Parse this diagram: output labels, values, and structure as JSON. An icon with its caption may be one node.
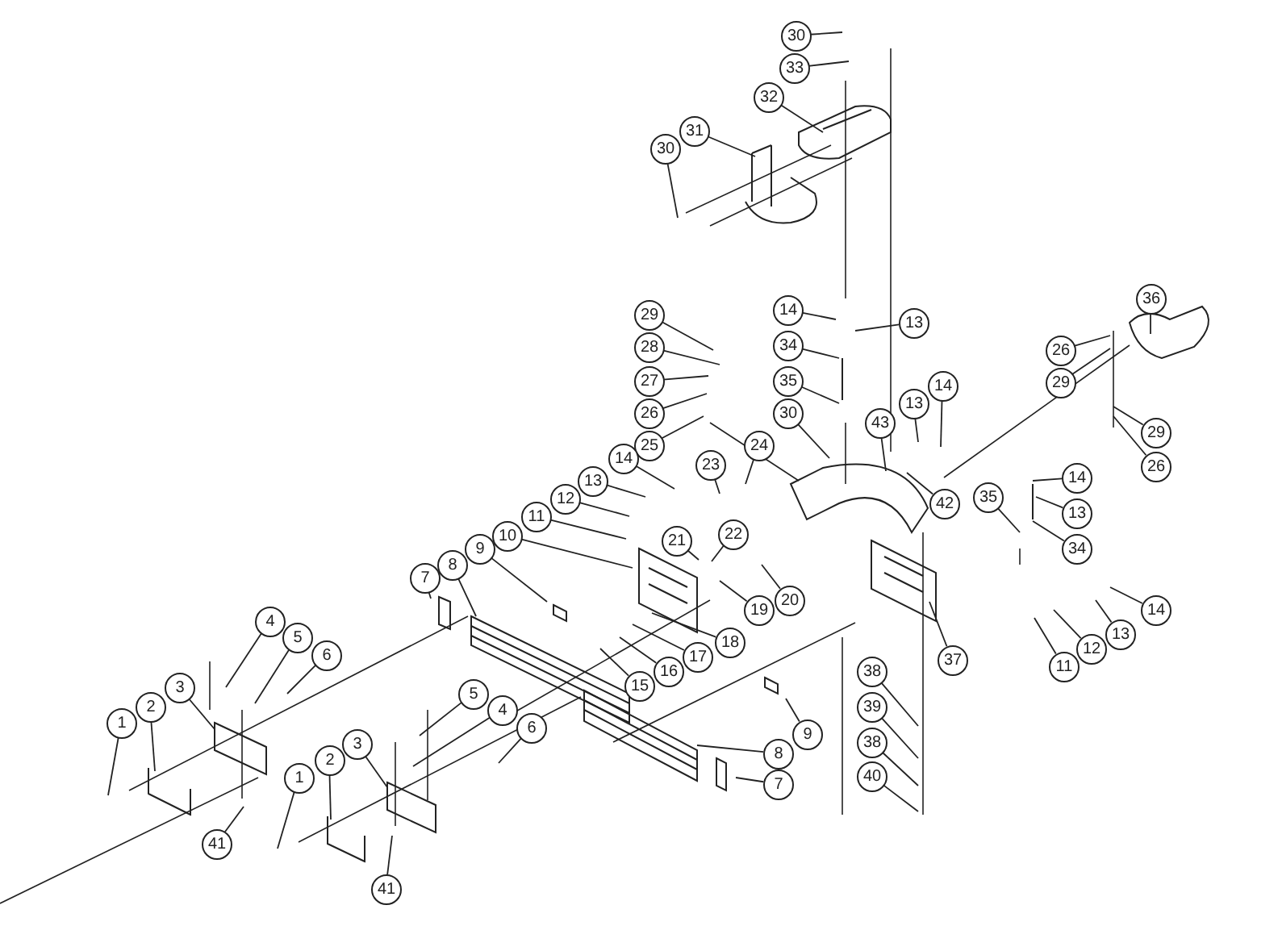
{
  "diagram": {
    "nodes": [
      {
        "text": [
          "30"
        ]
      },
      {
        "text": [
          "33"
        ]
      },
      {
        "text": [
          "32"
        ]
      },
      {
        "text": [
          "31"
        ]
      },
      {
        "text": [
          "30"
        ]
      },
      {
        "text": [
          "36"
        ]
      },
      {
        "text": [
          "14"
        ]
      },
      {
        "text": [
          "29"
        ]
      },
      {
        "text": [
          "13"
        ]
      },
      {
        "text": [
          "34"
        ]
      },
      {
        "text": [
          "28"
        ]
      },
      {
        "text": [
          "26"
        ]
      },
      {
        "text": [
          "35"
        ]
      },
      {
        "text": [
          "27"
        ]
      },
      {
        "text": [
          "29"
        ]
      },
      {
        "text": [
          "14"
        ]
      },
      {
        "text": [
          "13"
        ]
      },
      {
        "text": [
          "26"
        ]
      },
      {
        "text": [
          "30"
        ]
      },
      {
        "text": [
          "43"
        ]
      },
      {
        "text": [
          "29"
        ]
      },
      {
        "text": [
          "25"
        ]
      },
      {
        "text": [
          "24"
        ]
      },
      {
        "text": [
          "14"
        ]
      },
      {
        "text": [
          "26"
        ]
      },
      {
        "text": [
          "23"
        ]
      },
      {
        "text": [
          "14"
        ]
      },
      {
        "text": [
          "13"
        ]
      },
      {
        "text": [
          "35"
        ]
      },
      {
        "text": [
          "12"
        ]
      },
      {
        "text": [
          "42"
        ]
      },
      {
        "text": [
          "11"
        ]
      },
      {
        "text": [
          "13"
        ]
      },
      {
        "text": [
          "10"
        ]
      },
      {
        "text": [
          "21"
        ]
      },
      {
        "text": [
          "22"
        ]
      },
      {
        "text": [
          "9"
        ]
      },
      {
        "text": [
          "34"
        ]
      },
      {
        "text": [
          "8"
        ]
      },
      {
        "text": [
          "7"
        ]
      },
      {
        "text": [
          "20"
        ]
      },
      {
        "text": [
          "19"
        ]
      },
      {
        "text": [
          "14"
        ]
      },
      {
        "text": [
          "4"
        ]
      },
      {
        "text": [
          "18"
        ]
      },
      {
        "text": [
          "13"
        ]
      },
      {
        "text": [
          "5"
        ]
      },
      {
        "text": [
          "17"
        ]
      },
      {
        "text": [
          "12"
        ]
      },
      {
        "text": [
          "6"
        ]
      },
      {
        "text": [
          "37"
        ]
      },
      {
        "text": [
          "16"
        ]
      },
      {
        "text": [
          "11"
        ]
      },
      {
        "text": [
          "38"
        ]
      },
      {
        "text": [
          "15"
        ]
      },
      {
        "text": [
          "3"
        ]
      },
      {
        "text": [
          "5"
        ]
      },
      {
        "text": [
          "39"
        ]
      },
      {
        "text": [
          "2"
        ]
      },
      {
        "text": [
          "4"
        ]
      },
      {
        "text": [
          "1"
        ]
      },
      {
        "text": [
          "6"
        ]
      },
      {
        "text": [
          "9"
        ]
      },
      {
        "text": [
          "38"
        ]
      },
      {
        "text": [
          "3"
        ]
      },
      {
        "text": [
          "8"
        ]
      },
      {
        "text": [
          "2"
        ]
      },
      {
        "text": [
          "40"
        ]
      },
      {
        "text": [
          "1"
        ]
      },
      {
        "text": [
          "7"
        ]
      },
      {
        "text": [
          "41"
        ]
      },
      {
        "text": [
          "41"
        ]
      }
    ],
    "edges": [
      {
        "from": 0,
        "to": null,
        "arrow": "none"
      },
      {
        "from": 1,
        "to": null,
        "arrow": "none"
      },
      {
        "from": 2,
        "to": null,
        "arrow": "none"
      },
      {
        "from": 3,
        "to": null,
        "arrow": "none"
      },
      {
        "from": 4,
        "to": null,
        "arrow": "none"
      },
      {
        "from": 5,
        "to": null,
        "arrow": "none"
      },
      {
        "from": 6,
        "to": null,
        "arrow": "none"
      },
      {
        "from": 7,
        "to": null,
        "arrow": "none"
      },
      {
        "from": 8,
        "to": null,
        "arrow": "none"
      },
      {
        "from": 9,
        "to": null,
        "arrow": "none"
      },
      {
        "from": 10,
        "to": null,
        "arrow": "none"
      },
      {
        "from": 11,
        "to": null,
        "arrow": "none"
      },
      {
        "from": 12,
        "to": null,
        "arrow": "none"
      },
      {
        "from": 13,
        "to": null,
        "arrow": "none"
      },
      {
        "from": 14,
        "to": null,
        "arrow": "none"
      },
      {
        "from": 15,
        "to": null,
        "arrow": "none"
      },
      {
        "from": 16,
        "to": null,
        "arrow": "none"
      },
      {
        "from": 17,
        "to": null,
        "arrow": "none"
      },
      {
        "from": 18,
        "to": null,
        "arrow": "none"
      },
      {
        "from": 19,
        "to": null,
        "arrow": "none"
      },
      {
        "from": 20,
        "to": null,
        "arrow": "none"
      },
      {
        "from": 21,
        "to": null,
        "arrow": "none"
      },
      {
        "from": 22,
        "to": null,
        "arrow": "none"
      },
      {
        "from": 23,
        "to": null,
        "arrow": "none"
      },
      {
        "from": 24,
        "to": null,
        "arrow": "none"
      },
      {
        "from": 25,
        "to": null,
        "arrow": "none"
      },
      {
        "from": 26,
        "to": null,
        "arrow": "none"
      },
      {
        "from": 27,
        "to": null,
        "arrow": "none"
      },
      {
        "from": 28,
        "to": null,
        "arrow": "none"
      },
      {
        "from": 29,
        "to": null,
        "arrow": "none"
      },
      {
        "from": 30,
        "to": null,
        "arrow": "none"
      },
      {
        "from": 31,
        "to": null,
        "arrow": "none"
      },
      {
        "from": 32,
        "to": null,
        "arrow": "none"
      },
      {
        "from": 33,
        "to": null,
        "arrow": "none"
      },
      {
        "from": 34,
        "to": null,
        "arrow": "none"
      },
      {
        "from": 35,
        "to": null,
        "arrow": "none"
      },
      {
        "from": 36,
        "to": null,
        "arrow": "none"
      },
      {
        "from": 37,
        "to": null,
        "arrow": "none"
      },
      {
        "from": 38,
        "to": null,
        "arrow": "none"
      },
      {
        "from": 39,
        "to": null,
        "arrow": "none"
      },
      {
        "from": 40,
        "to": null,
        "arrow": "none"
      },
      {
        "from": 41,
        "to": null,
        "arrow": "none"
      },
      {
        "from": 42,
        "to": null,
        "arrow": "none"
      },
      {
        "from": 43,
        "to": null,
        "arrow": "none"
      },
      {
        "from": 44,
        "to": null,
        "arrow": "none"
      },
      {
        "from": 45,
        "to": null,
        "arrow": "none"
      },
      {
        "from": 46,
        "to": null,
        "arrow": "none"
      },
      {
        "from": 47,
        "to": null,
        "arrow": "none"
      },
      {
        "from": 48,
        "to": null,
        "arrow": "none"
      },
      {
        "from": 49,
        "to": null,
        "arrow": "none"
      },
      {
        "from": 50,
        "to": null,
        "arrow": "none"
      },
      {
        "from": 51,
        "to": null,
        "arrow": "none"
      },
      {
        "from": 52,
        "to": null,
        "arrow": "none"
      },
      {
        "from": 53,
        "to": null,
        "arrow": "none"
      },
      {
        "from": 54,
        "to": null,
        "arrow": "none"
      },
      {
        "from": 55,
        "to": null,
        "arrow": "none"
      },
      {
        "from": 56,
        "to": null,
        "arrow": "none"
      },
      {
        "from": 57,
        "to": null,
        "arrow": "none"
      },
      {
        "from": 58,
        "to": null,
        "arrow": "none"
      },
      {
        "from": 59,
        "to": null,
        "arrow": "none"
      },
      {
        "from": 60,
        "to": null,
        "arrow": "none"
      },
      {
        "from": 61,
        "to": null,
        "arrow": "none"
      },
      {
        "from": 62,
        "to": null,
        "arrow": "none"
      },
      {
        "from": 63,
        "to": null,
        "arrow": "none"
      },
      {
        "from": 64,
        "to": null,
        "arrow": "none"
      },
      {
        "from": 65,
        "to": null,
        "arrow": "none"
      },
      {
        "from": 66,
        "to": null,
        "arrow": "none"
      },
      {
        "from": 67,
        "to": null,
        "arrow": "none"
      },
      {
        "from": 68,
        "to": null,
        "arrow": "none"
      },
      {
        "from": 69,
        "to": null,
        "arrow": "none"
      },
      {
        "from": 70,
        "to": null,
        "arrow": "none"
      },
      {
        "from": 71,
        "to": null,
        "arrow": "none"
      }
    ]
  }
}
